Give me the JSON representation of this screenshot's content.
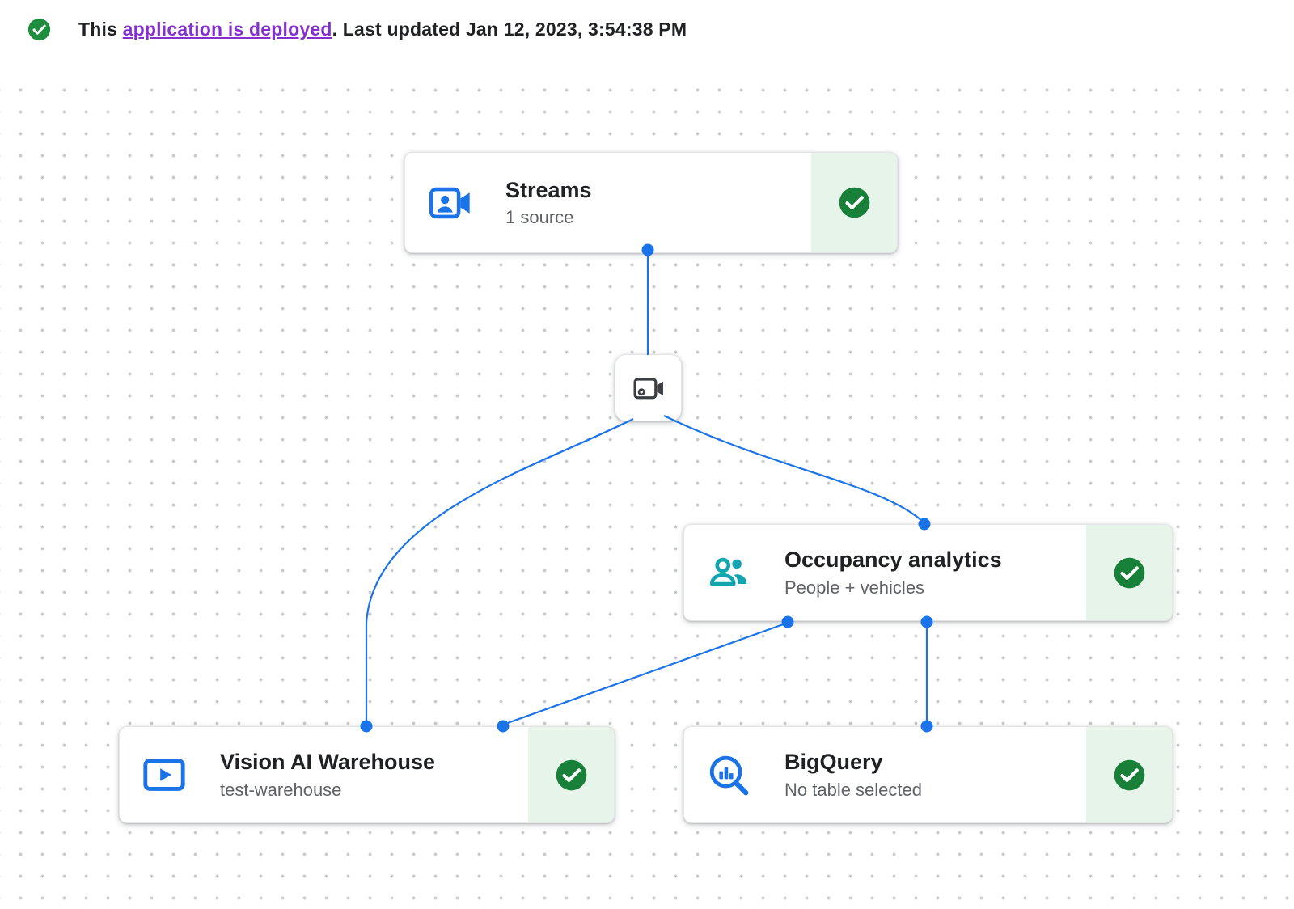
{
  "header": {
    "prefix": "This ",
    "link": "application is deployed",
    "suffix": ". Last updated Jan 12, 2023, 3:54:38 PM"
  },
  "nodes": {
    "streams": {
      "title": "Streams",
      "subtitle": "1 source",
      "status": "deployed",
      "icon": "video-camera-front-icon"
    },
    "input": {
      "icon": "video-camera-icon"
    },
    "occupancy": {
      "title": "Occupancy analytics",
      "subtitle": "People + vehicles",
      "status": "deployed",
      "icon": "people-icon"
    },
    "warehouse": {
      "title": "Vision AI Warehouse",
      "subtitle": "test-warehouse",
      "status": "deployed",
      "icon": "smart-display-icon"
    },
    "bigquery": {
      "title": "BigQuery",
      "subtitle": "No table selected",
      "status": "deployed",
      "icon": "bigquery-search-icon"
    }
  },
  "colors": {
    "accent_blue": "#1a73e8",
    "success_green": "#1e8e3e",
    "success_bg": "#e6f4ea",
    "link_purple": "#8430ce",
    "icon_teal": "#12a4af",
    "icon_gray": "#3c4043"
  }
}
